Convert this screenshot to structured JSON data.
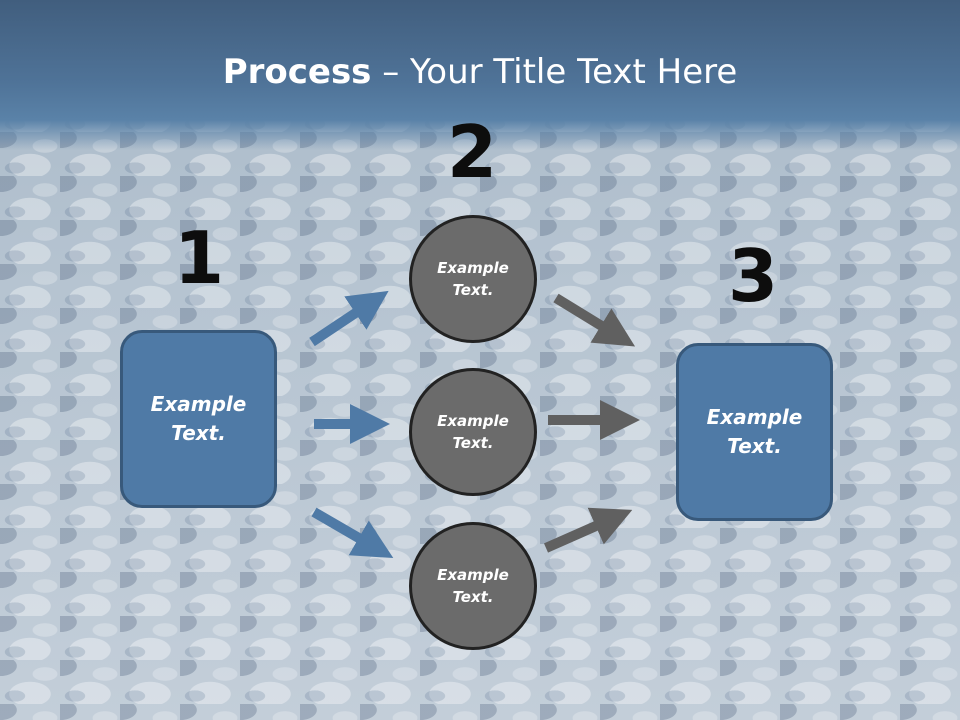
{
  "slide": {
    "title_bold": "Process",
    "title_rest": " – Your Title Text Here"
  },
  "steps": {
    "one": "1",
    "two": "2",
    "three": "3"
  },
  "nodes": {
    "left_box": "Example Text.",
    "circle_top": "Example Text.",
    "circle_middle": "Example Text.",
    "circle_bottom": "Example Text.",
    "right_box": "Example Text."
  },
  "colors": {
    "box_fill": "#4f7aa6",
    "circle_fill": "#6b6b6b",
    "blue_arrow": "#4f7aa6",
    "gray_arrow": "#606060"
  }
}
